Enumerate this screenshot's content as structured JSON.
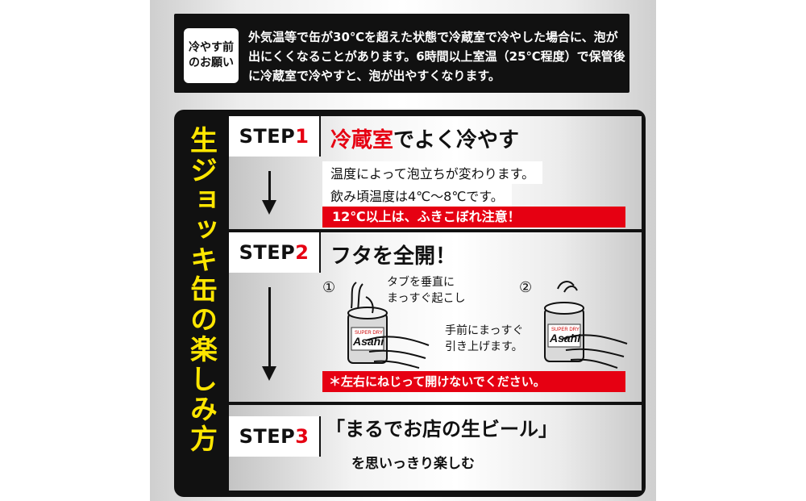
{
  "notice": {
    "tag": "冷やす前のお願い",
    "text": "外気温等で缶が30℃を超えた状態で冷蔵室で冷やした場合に、泡が出にくくなることがあります。6時間以上室温（25℃程度）で保管後に冷蔵室で冷やすと、泡が出やすくなります。"
  },
  "title": "生ジョッキ缶の楽しみ方",
  "steps": [
    {
      "word": "STEP",
      "number": "1",
      "heading_red": "冷蔵室",
      "heading_rest": "でよく冷やす",
      "line1": "温度によって泡立ちが変わります。",
      "line2": "飲み頃温度は4℃〜8℃です。",
      "warning": "12℃以上は、ふきこぼれ注意！"
    },
    {
      "word": "STEP",
      "number": "2",
      "heading": "フタを全開！",
      "circle1": "①",
      "label1a": "タブを垂直に",
      "label1b": "まっすぐ起こし",
      "circle2": "②",
      "label2a": "手前にまっすぐ",
      "label2b": "引き上げます。",
      "warning": "＊左右にねじって開けないでください。",
      "can_brand": "Asahi",
      "can_sub": "SUPER DRY"
    },
    {
      "word": "STEP",
      "number": "3",
      "heading": "「まるでお店の生ビール」",
      "sub": "を思いっきり楽しむ"
    }
  ],
  "colors": {
    "accent_red": "#e60012",
    "title_yellow": "#ffe600",
    "panel_black": "#111111"
  }
}
